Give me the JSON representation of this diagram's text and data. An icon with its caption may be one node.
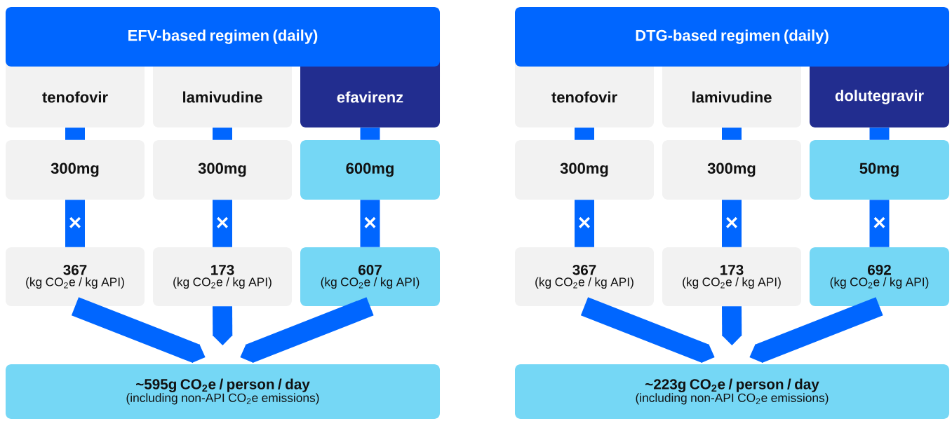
{
  "diagram": {
    "nodes": [
      {
        "text": [
          "EFV-based regimen (daily)"
        ]
      },
      {
        "text": [
          "tenofovir"
        ]
      },
      {
        "text": [
          "lamivudine"
        ]
      },
      {
        "text": [
          "efavirenz"
        ]
      },
      {
        "text": [
          "300mg"
        ]
      },
      {
        "text": [
          "300mg"
        ]
      },
      {
        "text": [
          "600mg"
        ]
      },
      {
        "text": [
          "367",
          "(kg CO$_{2}$e / kg API)"
        ]
      },
      {
        "text": [
          "173",
          "(kg CO$_{2}$e / kg API)"
        ]
      },
      {
        "text": [
          "607",
          "(kg CO$_{2}$e / kg API)"
        ]
      },
      {
        "text": [
          "~595g CO$_{2}$e / person / day",
          "(including non-API CO$_{2}$e emissions)"
        ]
      },
      {
        "text": [
          "DTG-based regimen (daily)"
        ]
      },
      {
        "text": [
          "tenofovir"
        ]
      },
      {
        "text": [
          "lamivudine"
        ]
      },
      {
        "text": [
          "dolutegravir"
        ]
      },
      {
        "text": [
          "300mg"
        ]
      },
      {
        "text": [
          "300mg"
        ]
      },
      {
        "text": [
          "50mg"
        ]
      },
      {
        "text": [
          "367",
          "(kg CO$_{2}$e / kg API)"
        ]
      },
      {
        "text": [
          "173",
          "(kg CO$_{2}$e / kg API)"
        ]
      },
      {
        "text": [
          "692",
          "(kg CO$_{2}$e / kg API)"
        ]
      },
      {
        "text": [
          "~223g CO$_{2}$e / person / day",
          "(including non-API CO$_{2}$e emissions)"
        ]
      }
    ],
    "edges": [
      {
        "from": 1,
        "to": 4,
        "arrow": "none"
      },
      {
        "from": 2,
        "to": 5,
        "arrow": "none"
      },
      {
        "from": 3,
        "to": 6,
        "arrow": "none"
      },
      {
        "from": 4,
        "to": 7,
        "arrow": "none",
        "label": "×"
      },
      {
        "from": 5,
        "to": 8,
        "arrow": "none",
        "label": "×"
      },
      {
        "from": 6,
        "to": 9,
        "arrow": "none",
        "label": "×"
      },
      {
        "from": 7,
        "to": 10,
        "arrow": "to"
      },
      {
        "from": 8,
        "to": 10,
        "arrow": "to"
      },
      {
        "from": 9,
        "to": 10,
        "arrow": "to"
      },
      {
        "from": 12,
        "to": 15,
        "arrow": "none"
      },
      {
        "from": 13,
        "to": 16,
        "arrow": "none"
      },
      {
        "from": 14,
        "to": 17,
        "arrow": "none"
      },
      {
        "from": 15,
        "to": 18,
        "arrow": "none",
        "label": "×"
      },
      {
        "from": 16,
        "to": 19,
        "arrow": "none",
        "label": "×"
      },
      {
        "from": 17,
        "to": 20,
        "arrow": "none",
        "label": "×"
      },
      {
        "from": 18,
        "to": 21,
        "arrow": "to"
      },
      {
        "from": 19,
        "to": 21,
        "arrow": "to"
      },
      {
        "from": 20,
        "to": 21,
        "arrow": "to"
      }
    ]
  }
}
